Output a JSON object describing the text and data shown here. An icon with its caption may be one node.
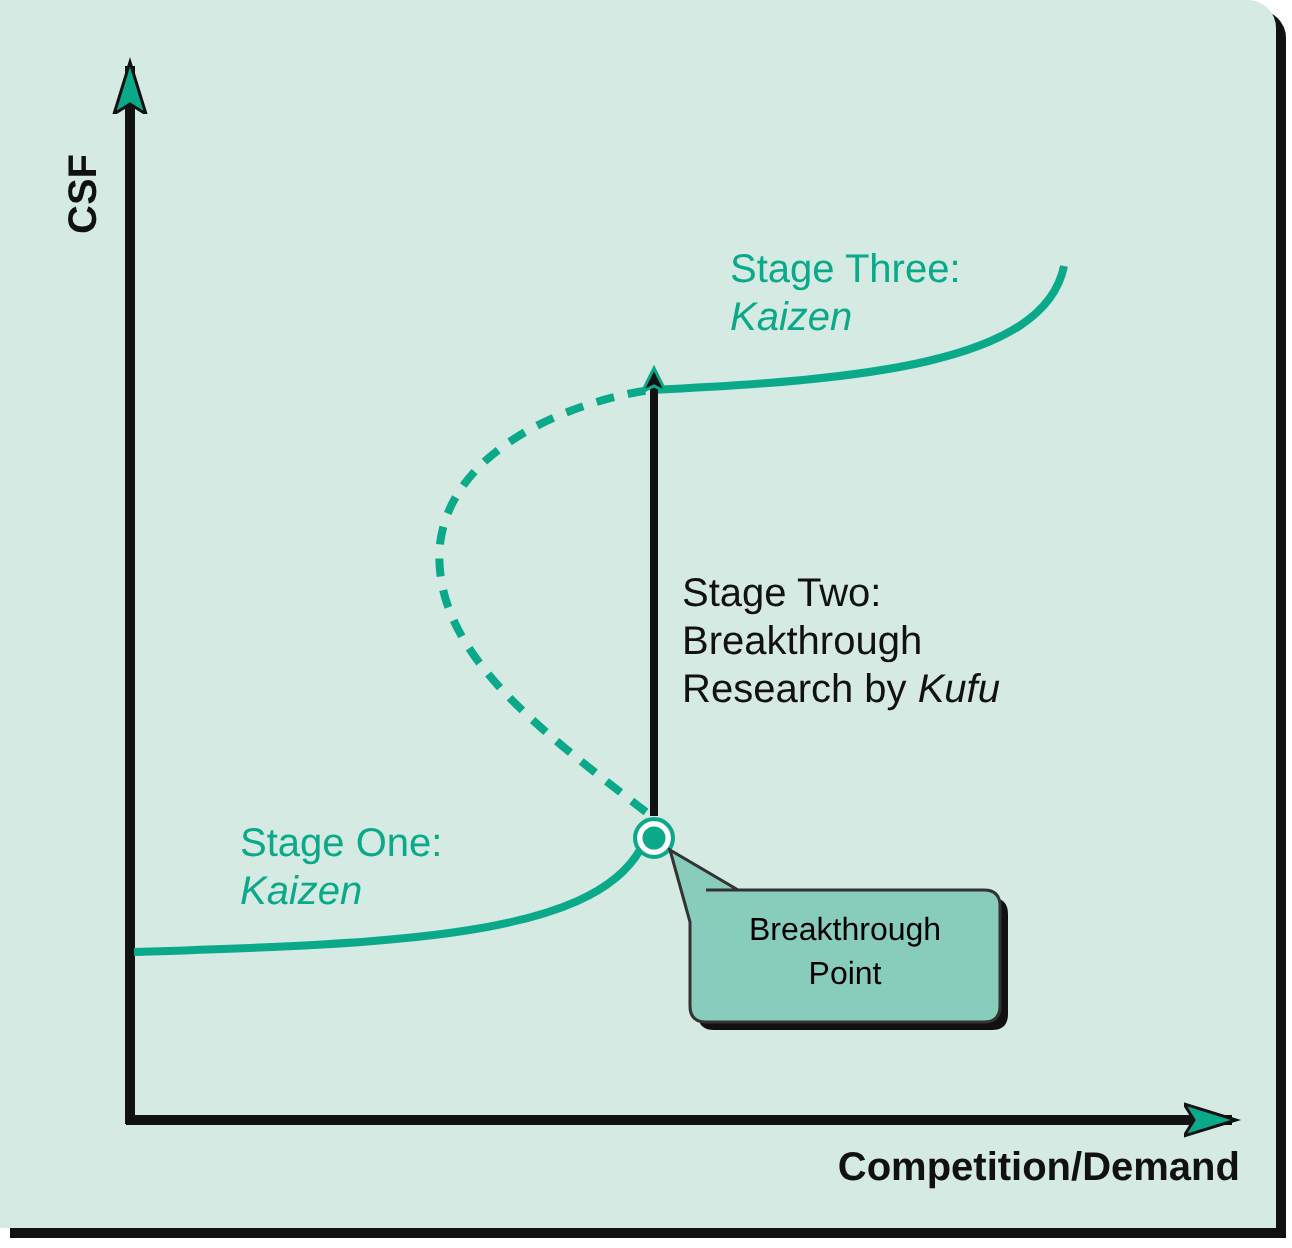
{
  "diagram": {
    "nodes": [
      {
        "text": [
          "Breakthrough Point"
        ]
      }
    ],
    "labels": [
      "CSF",
      "Stage Three: *Kaizen*",
      "Stage Two: Breakthrough Research by *Kufu*",
      "Stage One: *Kaizen*",
      "Competition/Demand"
    ]
  }
}
